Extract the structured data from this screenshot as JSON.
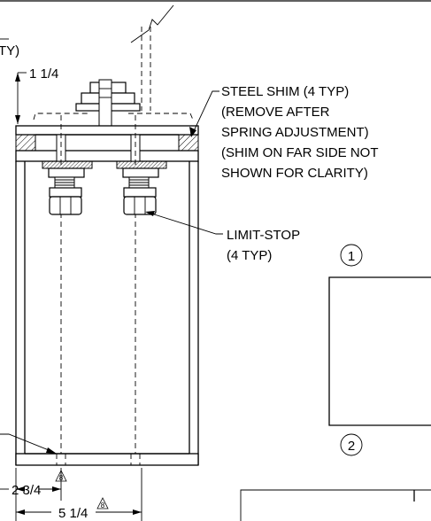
{
  "labels": {
    "clip_top_left": "TY)",
    "dim_top": "1 1/4",
    "steel_shim": [
      "STEEL SHIM (4 TYP)",
      "(REMOVE AFTER",
      "SPRING ADJUSTMENT)",
      "(SHIM ON FAR SIDE NOT",
      "SHOWN FOR CLARITY)"
    ],
    "limit_stop": [
      "LIMIT-STOP",
      "(4 TYP)"
    ],
    "dim_bottom_1": "2 3/4",
    "dim_bottom_2": "5 1/4",
    "revision_mark": "8"
  },
  "callouts": {
    "one": "1",
    "two": "2"
  }
}
